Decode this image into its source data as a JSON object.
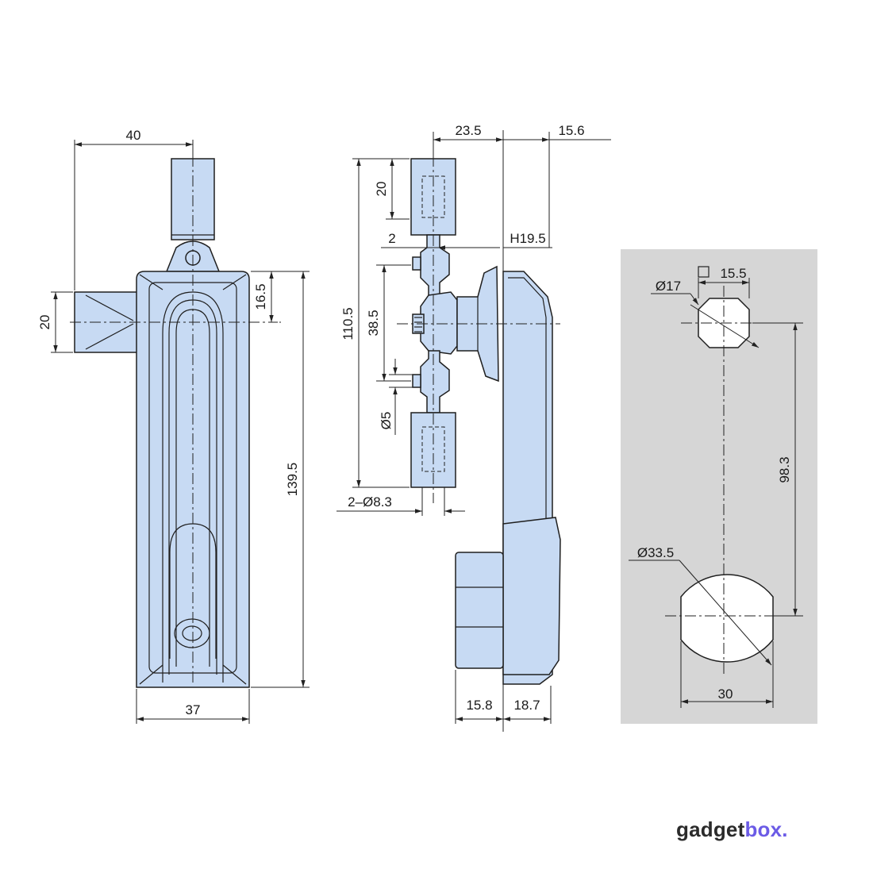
{
  "drawing": {
    "front_view": {
      "width_top": "40",
      "side_bar_height": "20",
      "side_bar_offset": "16.5",
      "total_height": "139.5",
      "body_width": "37"
    },
    "side_view": {
      "top_offset": "23.5",
      "right_offset": "15.6",
      "handle_height": "20",
      "gap": "2",
      "handle_label": "H19.5",
      "overall_height": "110.5",
      "mid_height": "38.5",
      "screw_diameter": "Ø5",
      "rod_diameter": "2–Ø8.3",
      "base_left": "15.8",
      "base_right": "18.7"
    },
    "cutout": {
      "square_label": "15.5",
      "small_diameter": "Ø17",
      "center_distance": "98.3",
      "large_diameter": "Ø33.5",
      "large_width": "30"
    }
  },
  "brand": {
    "name_dark": "gadget",
    "name_accent": "box.",
    "color_dark": "#2b2b2b",
    "color_accent": "#6b5be6"
  },
  "colors": {
    "part_fill": "#c7daf3",
    "panel_bg": "#d6d6d6",
    "line": "#1f1f1f"
  }
}
